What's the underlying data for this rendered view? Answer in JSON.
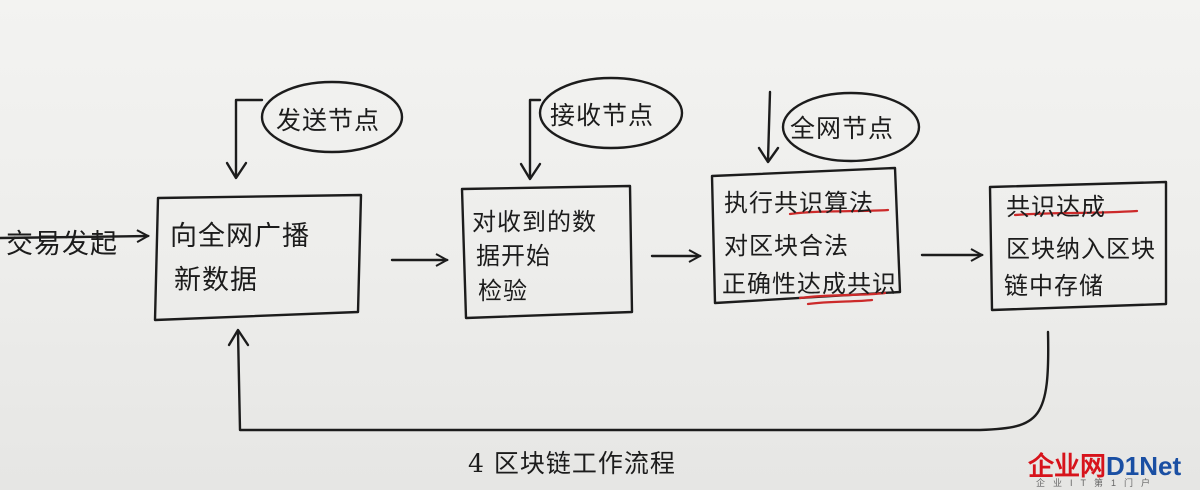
{
  "nodes": {
    "send": "发送节点",
    "receive": "接收节点",
    "all": "全网节点"
  },
  "input_label": "交易发起",
  "steps": [
    {
      "lines": [
        "向全网广播",
        "新数据"
      ]
    },
    {
      "lines": [
        "对收到的数",
        "据开始",
        "检验"
      ]
    },
    {
      "lines": [
        "执行共识算法",
        "对区块合法",
        "正确性达成共识"
      ]
    },
    {
      "lines": [
        "共识达成",
        "区块纳入区块",
        "链中存储"
      ]
    }
  ],
  "caption": "4 区块链工作流程",
  "watermark": {
    "brand_a": "企业网",
    "brand_b": "D1Net",
    "sub": "企业IT第1门户",
    "colors": {
      "red": "#d7131b",
      "blue": "#1a4fa3"
    }
  },
  "colors": {
    "ink": "#1c1c1c",
    "underline": "#cc2a2a",
    "paper": "#eeeeec"
  }
}
